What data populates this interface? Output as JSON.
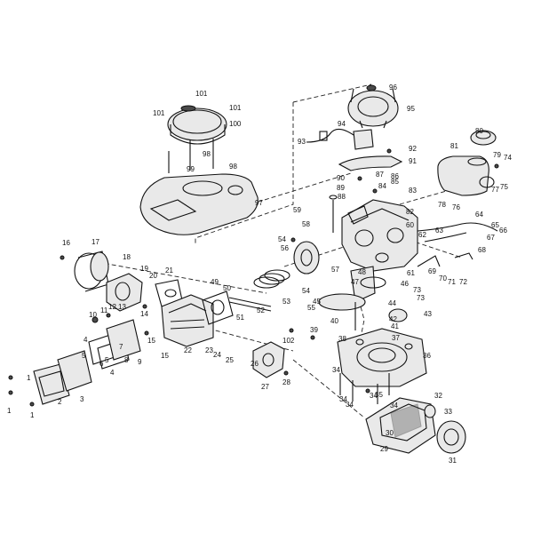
{
  "callouts": [
    {
      "text": "1"
    },
    {
      "text": "1"
    },
    {
      "text": "1"
    },
    {
      "text": "2"
    },
    {
      "text": "3"
    },
    {
      "text": "4"
    },
    {
      "text": "4"
    },
    {
      "text": "5"
    },
    {
      "text": "5"
    },
    {
      "text": "6"
    },
    {
      "text": "7"
    },
    {
      "text": "8"
    },
    {
      "text": "9"
    },
    {
      "text": "10"
    },
    {
      "text": "11"
    },
    {
      "text": "12"
    },
    {
      "text": "13"
    },
    {
      "text": "14"
    },
    {
      "text": "15"
    },
    {
      "text": "15"
    },
    {
      "text": "16"
    },
    {
      "text": "17"
    },
    {
      "text": "18"
    },
    {
      "text": "19"
    },
    {
      "text": "20"
    },
    {
      "text": "21"
    },
    {
      "text": "22"
    },
    {
      "text": "23"
    },
    {
      "text": "24"
    },
    {
      "text": "25"
    },
    {
      "text": "26"
    },
    {
      "text": "27"
    },
    {
      "text": "28"
    },
    {
      "text": "29"
    },
    {
      "text": "30"
    },
    {
      "text": "31"
    },
    {
      "text": "32"
    },
    {
      "text": "33"
    },
    {
      "text": "34"
    },
    {
      "text": "34"
    },
    {
      "text": "34"
    },
    {
      "text": "34"
    },
    {
      "text": "34"
    },
    {
      "text": "35"
    },
    {
      "text": "36"
    },
    {
      "text": "37"
    },
    {
      "text": "38"
    },
    {
      "text": "39"
    },
    {
      "text": "40"
    },
    {
      "text": "41"
    },
    {
      "text": "42"
    },
    {
      "text": "43"
    },
    {
      "text": "44"
    },
    {
      "text": "45"
    },
    {
      "text": "46"
    },
    {
      "text": "47"
    },
    {
      "text": "48"
    },
    {
      "text": "49"
    },
    {
      "text": "50"
    },
    {
      "text": "51"
    },
    {
      "text": "52"
    },
    {
      "text": "53"
    },
    {
      "text": "54"
    },
    {
      "text": "54"
    },
    {
      "text": "55"
    },
    {
      "text": "56"
    },
    {
      "text": "57"
    },
    {
      "text": "58"
    },
    {
      "text": "59"
    },
    {
      "text": "60"
    },
    {
      "text": "61"
    },
    {
      "text": "62"
    },
    {
      "text": "63"
    },
    {
      "text": "64"
    },
    {
      "text": "65"
    },
    {
      "text": "66"
    },
    {
      "text": "67"
    },
    {
      "text": "68"
    },
    {
      "text": "69"
    },
    {
      "text": "70"
    },
    {
      "text": "71"
    },
    {
      "text": "72"
    },
    {
      "text": "73"
    },
    {
      "text": "73"
    },
    {
      "text": "74"
    },
    {
      "text": "75"
    },
    {
      "text": "76"
    },
    {
      "text": "77"
    },
    {
      "text": "78"
    },
    {
      "text": "79"
    },
    {
      "text": "80"
    },
    {
      "text": "81"
    },
    {
      "text": "82"
    },
    {
      "text": "83"
    },
    {
      "text": "84"
    },
    {
      "text": "85"
    },
    {
      "text": "86"
    },
    {
      "text": "87"
    },
    {
      "text": "88"
    },
    {
      "text": "89"
    },
    {
      "text": "90"
    },
    {
      "text": "91"
    },
    {
      "text": "92"
    },
    {
      "text": "93"
    },
    {
      "text": "94"
    },
    {
      "text": "95"
    },
    {
      "text": "96"
    },
    {
      "text": "97"
    },
    {
      "text": "98"
    },
    {
      "text": "98"
    },
    {
      "text": "99"
    },
    {
      "text": "100"
    },
    {
      "text": "101"
    },
    {
      "text": "101"
    },
    {
      "text": "101"
    },
    {
      "text": "102"
    }
  ]
}
